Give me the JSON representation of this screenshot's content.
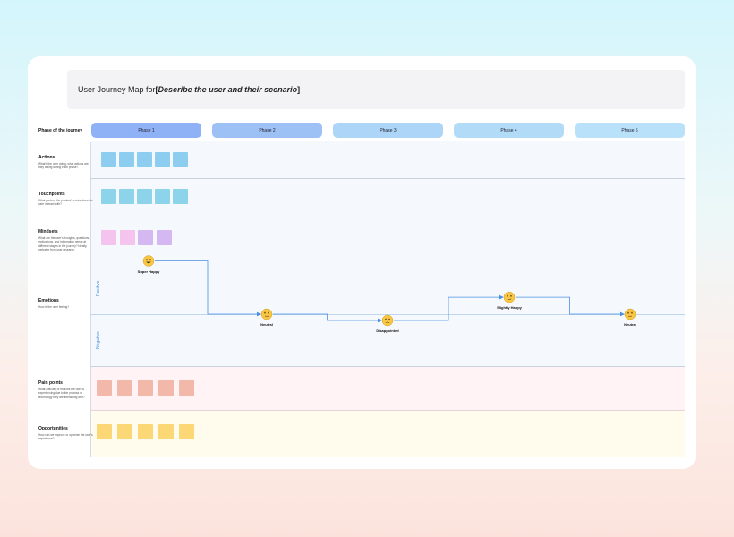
{
  "title": {
    "prefix": "User Journey Map for ",
    "open_bracket": "[",
    "emphasis": "Describe the user and their scenario",
    "close_bracket": "]"
  },
  "phase_row_label": "Phase of the journey",
  "phases": [
    {
      "label": "Phase 1",
      "color": "#8fb1f5"
    },
    {
      "label": "Phase 2",
      "color": "#9dc0f5"
    },
    {
      "label": "Phase 3",
      "color": "#add5f7"
    },
    {
      "label": "Phase 4",
      "color": "#b2dbf7"
    },
    {
      "label": "Phase 5",
      "color": "#b9e1f9"
    }
  ],
  "rows": {
    "actions": {
      "title": "Actions",
      "subtitle": "What's the user doing, what actions are they taking during each phase?"
    },
    "touchpoints": {
      "title": "Touchpoints",
      "subtitle": "What parts of the product/ service does the user interact with?"
    },
    "mindsets": {
      "title": "Mindsets",
      "subtitle": "What are the user's thoughts, questions, motivations, and information needs at different stages in the journey? Ideally, verbatim from user research."
    },
    "emotions": {
      "title": "Emotions",
      "subtitle": "How is the user feeling?"
    },
    "pain_points": {
      "title": "Pain points",
      "subtitle": "What difficulty or frictions the user is experiencing due to the process or technology they are interacting with?"
    },
    "opportunities": {
      "title": "Opportunities",
      "subtitle": "How can we improve or optimize the user's experience?"
    }
  },
  "emotion_axis": {
    "positive": "Positive",
    "negative": "Negative"
  },
  "emotion_points": [
    {
      "label": "Super Happy",
      "level": 0.85
    },
    {
      "label": "Neutral",
      "level": 0.0
    },
    {
      "label": "Disappointed",
      "level": -0.1
    },
    {
      "label": "Slightly Happy",
      "level": 0.27
    },
    {
      "label": "Neutral",
      "level": 0.0
    }
  ],
  "colors": {
    "actions_sticky": "#8dcdef",
    "touchpoints_sticky": "#8dd3ea",
    "mindsets_sticky_pink": "#f4c4ef",
    "mindsets_sticky_purple": "#d5b8f2",
    "pain_sticky": "#f2b8aa",
    "opportunity_sticky": "#fbd875",
    "lane_blue": "#f5f9fd",
    "lane_pink": "#fff3f5",
    "lane_yellow": "#fffcee",
    "emotion_line": "#4a90e2",
    "face": "#f9c746"
  }
}
